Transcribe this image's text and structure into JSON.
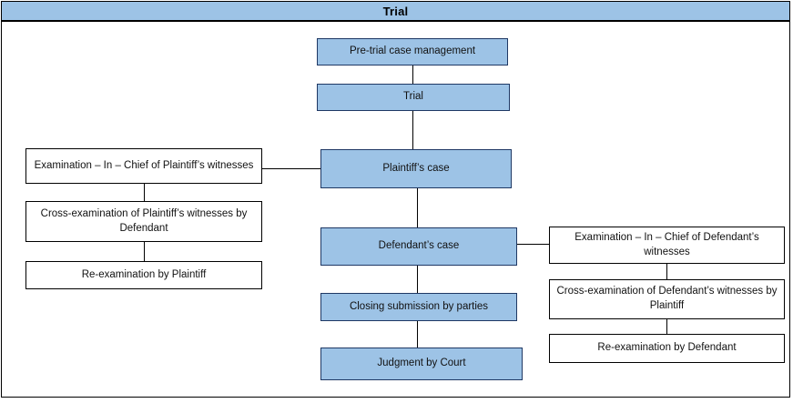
{
  "diagram": {
    "title": "Trial",
    "type": "flowchart",
    "colors": {
      "node_fill_blue": "#9DC3E6",
      "node_fill_white": "#FFFFFF",
      "border": "#000000",
      "blue_border": "#1F3864",
      "title_bar": "#9DC3E6",
      "text": "#111111"
    },
    "center_column": [
      {
        "id": "pre-trial-case-management",
        "label": "Pre-trial case management",
        "style": "blue"
      },
      {
        "id": "trial",
        "label": "Trial",
        "style": "blue"
      },
      {
        "id": "plaintiffs-case",
        "label": "Plaintiff’s case",
        "style": "blue"
      },
      {
        "id": "defendants-case",
        "label": "Defendant’s case",
        "style": "blue"
      },
      {
        "id": "closing-submission-by-parties",
        "label": "Closing submission by parties",
        "style": "blue"
      },
      {
        "id": "judgment-by-court",
        "label": "Judgment by Court",
        "style": "blue"
      }
    ],
    "left_branch": {
      "parent": "plaintiffs-case",
      "nodes": [
        {
          "id": "examination-in-chief-plaintiff",
          "label": "Examination – In – Chief of Plaintiff’s witnesses",
          "style": "white"
        },
        {
          "id": "cross-examination-plaintiff-witnesses",
          "label": "Cross-examination of Plaintiff’s witnesses by Defendant",
          "style": "white"
        },
        {
          "id": "re-examination-by-plaintiff",
          "label": "Re-examination by Plaintiff",
          "style": "white"
        }
      ]
    },
    "right_branch": {
      "parent": "defendants-case",
      "nodes": [
        {
          "id": "examination-in-chief-defendant",
          "label": "Examination – In – Chief of Defendant’s witnesses",
          "style": "white"
        },
        {
          "id": "cross-examination-defendant-witnesses",
          "label": "Cross-examination of Defendant’s witnesses by Plaintiff",
          "style": "white"
        },
        {
          "id": "re-examination-by-defendant",
          "label": "Re-examination by Defendant",
          "style": "white"
        }
      ]
    },
    "edges": [
      {
        "from": "pre-trial-case-management",
        "to": "trial"
      },
      {
        "from": "trial",
        "to": "plaintiffs-case"
      },
      {
        "from": "plaintiffs-case",
        "to": "defendants-case"
      },
      {
        "from": "defendants-case",
        "to": "closing-submission-by-parties"
      },
      {
        "from": "closing-submission-by-parties",
        "to": "judgment-by-court"
      },
      {
        "from": "plaintiffs-case",
        "to": "examination-in-chief-plaintiff"
      },
      {
        "from": "examination-in-chief-plaintiff",
        "to": "cross-examination-plaintiff-witnesses"
      },
      {
        "from": "cross-examination-plaintiff-witnesses",
        "to": "re-examination-by-plaintiff"
      },
      {
        "from": "defendants-case",
        "to": "examination-in-chief-defendant"
      },
      {
        "from": "examination-in-chief-defendant",
        "to": "cross-examination-defendant-witnesses"
      },
      {
        "from": "cross-examination-defendant-witnesses",
        "to": "re-examination-by-defendant"
      }
    ]
  }
}
